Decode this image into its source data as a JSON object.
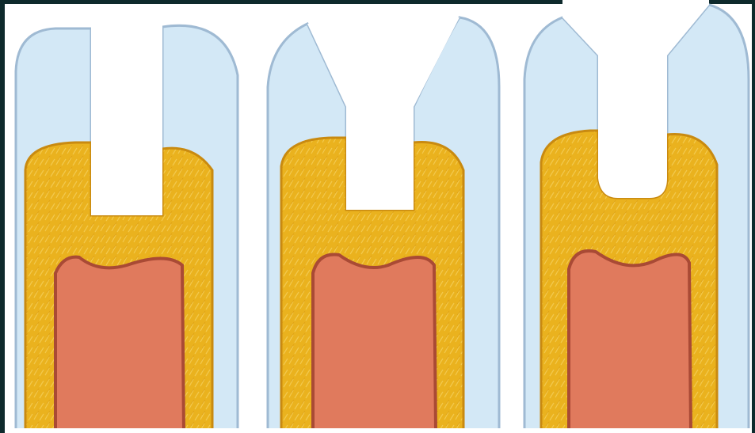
{
  "diagram": {
    "panels": [
      {
        "id": "tooth-1",
        "cavity": "straight-walled-box"
      },
      {
        "id": "tooth-2",
        "cavity": "beveled-box"
      },
      {
        "id": "tooth-3",
        "cavity": "beveled-rounded-box"
      }
    ],
    "colors": {
      "background": "#ffffff",
      "frame": "#0e2a2c",
      "enamel": "#d3e8f6",
      "enamel_edge": "#9fbad3",
      "dentin": "#eab21e",
      "dentin_edge": "#c98a10",
      "pulp": "#e07a5d",
      "pulp_edge": "#a94a35"
    }
  }
}
